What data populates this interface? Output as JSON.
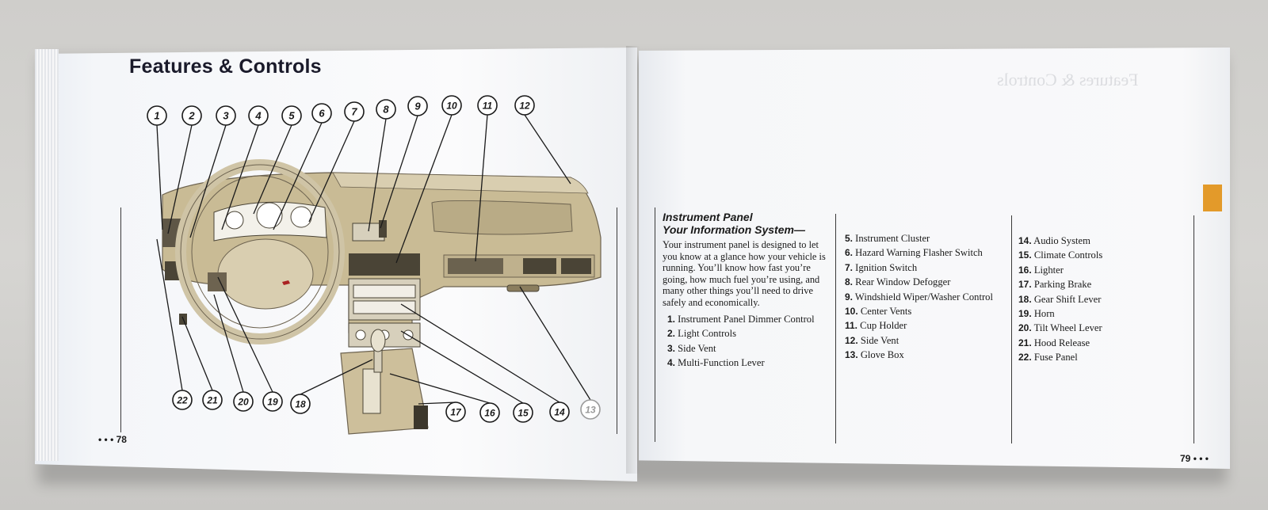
{
  "left_page": {
    "title": "Features & Controls",
    "page_number": "78",
    "page_prefix": "• • •",
    "callouts": [
      "1",
      "2",
      "3",
      "4",
      "5",
      "6",
      "7",
      "8",
      "9",
      "10",
      "11",
      "12",
      "13",
      "14",
      "15",
      "16",
      "17",
      "18",
      "19",
      "20",
      "21",
      "22"
    ]
  },
  "right_page": {
    "ghost_title": "Features & Controls",
    "heading_line1": "Instrument Panel",
    "heading_line2": "Your Information System—",
    "intro": "Your instrument panel is designed to let you know at a glance how your vehicle is running. You’ll know how fast you’re going, how much fuel you’re using, and many other things you’ll need to drive safely and economically.",
    "column1": [
      {
        "num": "1.",
        "label": "Instrument Panel Dimmer Control"
      },
      {
        "num": "2.",
        "label": "Light Controls"
      },
      {
        "num": "3.",
        "label": "Side Vent"
      },
      {
        "num": "4.",
        "label": "Multi-Function Lever"
      }
    ],
    "column2": [
      {
        "num": "5.",
        "label": "Instrument Cluster"
      },
      {
        "num": "6.",
        "label": "Hazard Warning Flasher Switch"
      },
      {
        "num": "7.",
        "label": "Ignition Switch"
      },
      {
        "num": "8.",
        "label": "Rear Window Defogger"
      },
      {
        "num": "9.",
        "label": "Windshield Wiper/Washer Control"
      },
      {
        "num": "10.",
        "label": "Center Vents"
      },
      {
        "num": "11.",
        "label": "Cup Holder"
      },
      {
        "num": "12.",
        "label": "Side Vent"
      },
      {
        "num": "13.",
        "label": "Glove Box"
      }
    ],
    "column3": [
      {
        "num": "14.",
        "label": "Audio System"
      },
      {
        "num": "15.",
        "label": "Climate Controls"
      },
      {
        "num": "16.",
        "label": "Lighter"
      },
      {
        "num": "17.",
        "label": "Parking Brake"
      },
      {
        "num": "18.",
        "label": "Gear Shift Lever"
      },
      {
        "num": "19.",
        "label": "Horn"
      },
      {
        "num": "20.",
        "label": "Tilt Wheel Lever"
      },
      {
        "num": "21.",
        "label": "Hood Release"
      },
      {
        "num": "22.",
        "label": "Fuse Panel"
      }
    ],
    "page_number": "79",
    "page_suffix": "• • •"
  },
  "colors": {
    "dashboard": "#c9bb95",
    "dashboard_dark": "#9a8c68",
    "tab_orange": "#e39a2a"
  }
}
